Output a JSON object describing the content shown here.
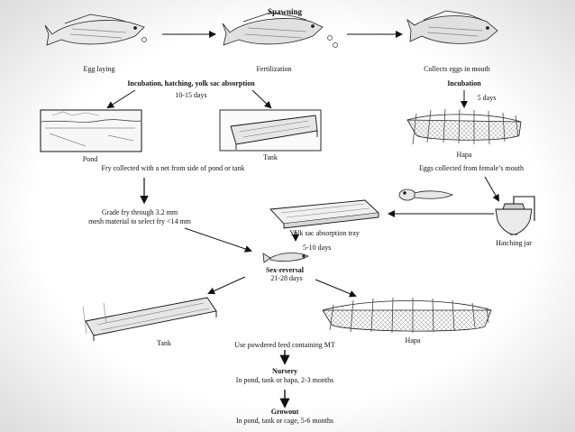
{
  "title": "Spawning",
  "labels": {
    "egg_laying": "Egg laying",
    "fertilization": "Fertilization",
    "collects_eggs": "Collects eggs in mouth",
    "stage_incubation_hatching": "Incubation, hatching, yolk sac absorption",
    "stage_incubation": "Incubation",
    "days_10_15": "10-15 days",
    "days_5": "5 days",
    "pond": "Pond",
    "tank_top": "Tank",
    "hapa_top": "Hapa",
    "fry_collected": "Fry collected with a net from side of pond or tank",
    "eggs_collected": "Eggs collected from female’s mouth",
    "grade_fry_1": "Grade fry through 3.2 mm",
    "grade_fry_2": "mesh material to select fry <14 mm",
    "yolk_sac_tray": "Yolk sac absorption tray",
    "hatching_jar": "Hatching jar",
    "days_5_10": "5-10 days",
    "sex_reversal": "Sex-reversal",
    "days_21_28": "21-28 days",
    "tank_bottom": "Tank",
    "hapa_bottom": "Hapa",
    "powdered_feed": "Use powdered feed containing MT",
    "nursery": "Nursery",
    "nursery_desc": "In pond, tank or hapa, 2-3 months",
    "growout": "Growout",
    "growout_desc": "In pond, tank or cage, 5-6 months"
  },
  "colors": {
    "ink": "#111111",
    "fill_light": "#f2f2f2",
    "fill_mid": "#cfcfcf"
  }
}
